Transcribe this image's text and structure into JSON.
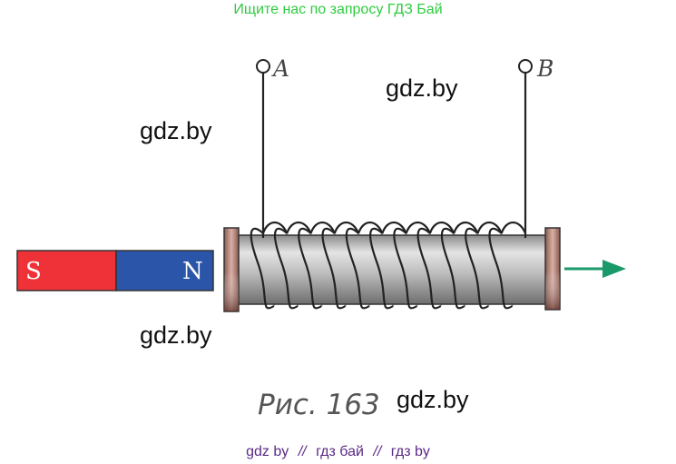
{
  "header": {
    "note": "Ищите нас по запросу ГДЗ Бай"
  },
  "watermarks": [
    "gdz.by",
    "gdz.by",
    "gdz.by",
    "gdz.by"
  ],
  "figure": {
    "caption": "Рис. 163",
    "terminals": {
      "left": "A",
      "right": "B"
    },
    "magnet": {
      "south_label": "S",
      "north_label": "N"
    },
    "colors": {
      "south": "#ee3238",
      "north": "#2a55a8",
      "arrow": "#1a9a6a",
      "coil_wire": "#222222"
    }
  },
  "footer": {
    "link1": "gdz by",
    "sep": "//",
    "link2": "гдз бай",
    "link3": "гдз by"
  }
}
